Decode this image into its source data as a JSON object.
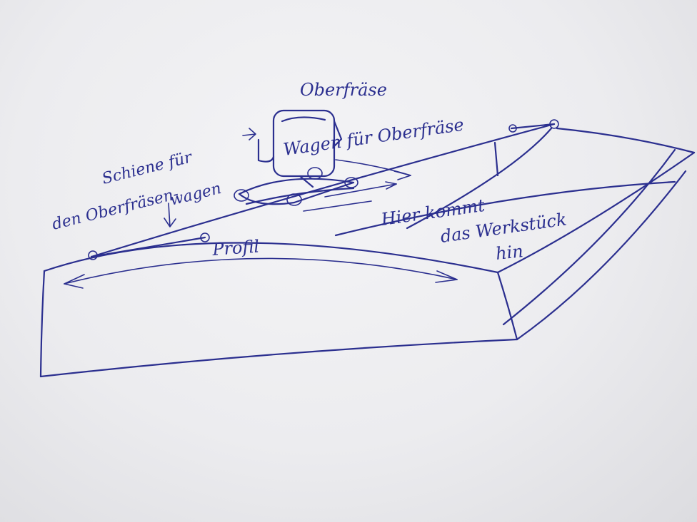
{
  "labels": {
    "router": "Oberfräse",
    "carriage": "Wagen für Oberfräse",
    "rail_line1": "Schiene für",
    "rail_line2": "den Oberfräsen-",
    "rail_line3": "wagen",
    "profile": "Profil",
    "workpiece_line1": "Hier kommt",
    "workpiece_line2": "das Werkstück",
    "workpiece_line3": "hin"
  },
  "colors": {
    "ink": "#2b2f8f",
    "paper": "#ececef"
  }
}
